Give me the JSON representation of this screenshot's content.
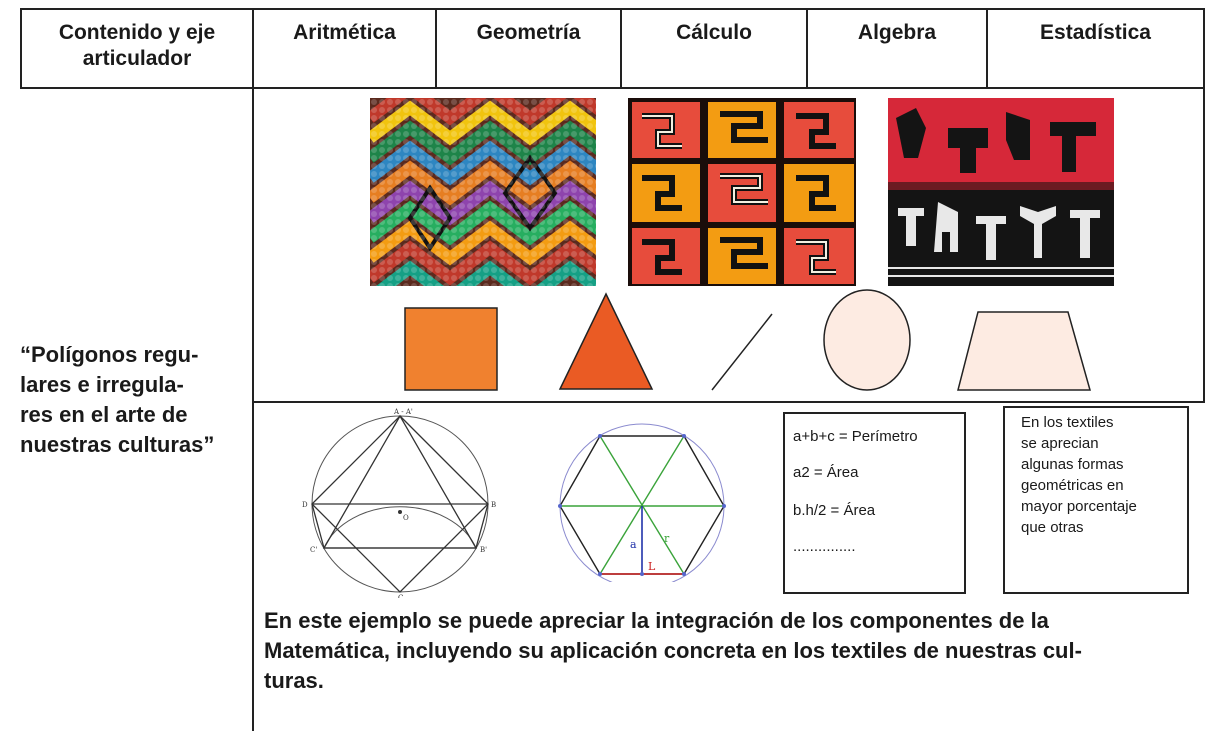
{
  "table": {
    "headers": [
      {
        "lines": [
          "Contenido y eje",
          "articulador"
        ]
      },
      {
        "lines": [
          "Aritmética"
        ]
      },
      {
        "lines": [
          "Geometría"
        ]
      },
      {
        "lines": [
          "Cálculo"
        ]
      },
      {
        "lines": [
          "Algebra"
        ]
      },
      {
        "lines": [
          "Estadística"
        ]
      }
    ],
    "row_label_lines": [
      "“Polígonos regu-",
      "lares e irregula-",
      "res en el arte de",
      "nuestras culturas”"
    ]
  },
  "textile_images": [
    {
      "name": "textile-zigzag-photo",
      "description_colors": [
        "#c0392b",
        "#1e8449",
        "#2e86c1",
        "#f1c40f"
      ]
    },
    {
      "name": "textile-red-pattern-photo",
      "description_colors": [
        "#e74c3c",
        "#111111",
        "#f39c12"
      ]
    },
    {
      "name": "textile-red-black-photo",
      "description_colors": [
        "#d62839",
        "#111111",
        "#e8e8e8"
      ]
    }
  ],
  "shapes": {
    "orange": "#f0812f",
    "red_orange": "#ea5b24",
    "peach": "#fdebe2"
  },
  "diagram1": {
    "labels": {
      "top": "A - A'",
      "left": "D",
      "right": "B",
      "left_lower": "C'",
      "right_lower": "B'",
      "bottom": "C",
      "center": "O"
    }
  },
  "diagram2": {
    "labels": {
      "apothem": "a",
      "radius": "r",
      "side": "L"
    }
  },
  "formula_box": {
    "lines": [
      "a+b+c = Perímetro",
      "a2 = Área",
      "b.h/2 = Área",
      "..............."
    ]
  },
  "note_box": {
    "lines": [
      "En los textiles",
      "se aprecian",
      "algunas  formas",
      "geométricas en",
      "mayor porcentaje",
      "que otras"
    ]
  },
  "summary_lines": [
    "En este ejemplo se puede apreciar la integración de los componentes de la",
    "Matemática, incluyendo su aplicación concreta en los textiles de nuestras cul-",
    "turas."
  ]
}
